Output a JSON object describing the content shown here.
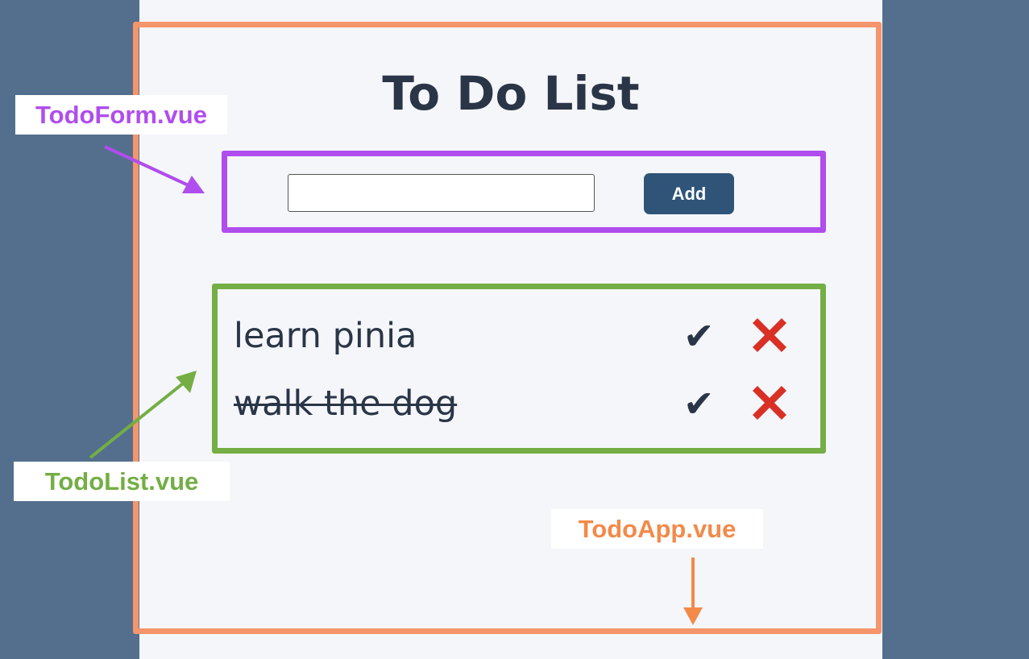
{
  "app": {
    "title": "To Do List",
    "input_value": "",
    "add_label": "Add"
  },
  "todos": [
    {
      "text": "learn pinia",
      "done": false
    },
    {
      "text": "walk the dog",
      "done": true
    }
  ],
  "icons": {
    "check": "✔"
  },
  "annotations": {
    "form_label": "TodoForm.vue",
    "list_label": "TodoList.vue",
    "app_label": "TodoApp.vue"
  },
  "colors": {
    "background": "#546f8d",
    "page": "#f5f6fa",
    "form_frame": "#b04ded",
    "list_frame": "#74ae45",
    "app_frame": "#f4956b",
    "button": "#2f5478",
    "delete": "#d93025"
  }
}
